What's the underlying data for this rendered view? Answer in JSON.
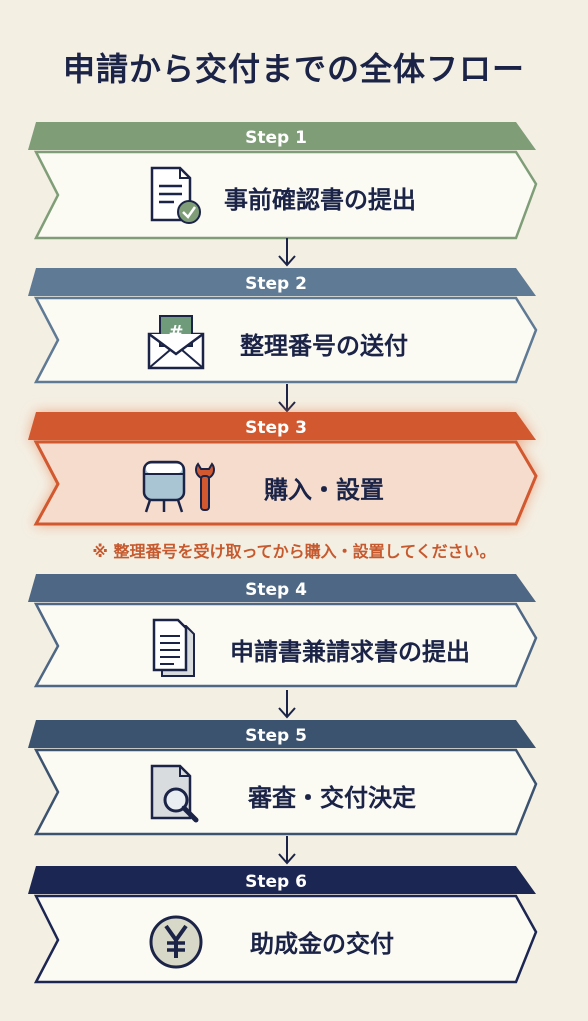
{
  "title": "申請から交付までの全体フロー",
  "steps": [
    {
      "label": "Step 1",
      "text": "事前確認書の提出",
      "icon": "document-check-icon",
      "color": "#7f9e78"
    },
    {
      "label": "Step 2",
      "text": "整理番号の送付",
      "icon": "envelope-number-icon",
      "color": "#5f7a94"
    },
    {
      "label": "Step 3",
      "text": "購入・設置",
      "icon": "water-heater-wrench-icon",
      "color": "#d2582f"
    },
    {
      "label": "Step 4",
      "text": "申請書兼請求書の提出",
      "icon": "documents-icon",
      "color": "#4e6784"
    },
    {
      "label": "Step 5",
      "text": "審査・交付決定",
      "icon": "document-search-icon",
      "color": "#3c5370"
    },
    {
      "label": "Step 6",
      "text": "助成金の交付",
      "icon": "yen-coin-icon",
      "color": "#1c2652"
    }
  ],
  "note": "※ 整理番号を受け取ってから購入・設置してください。"
}
